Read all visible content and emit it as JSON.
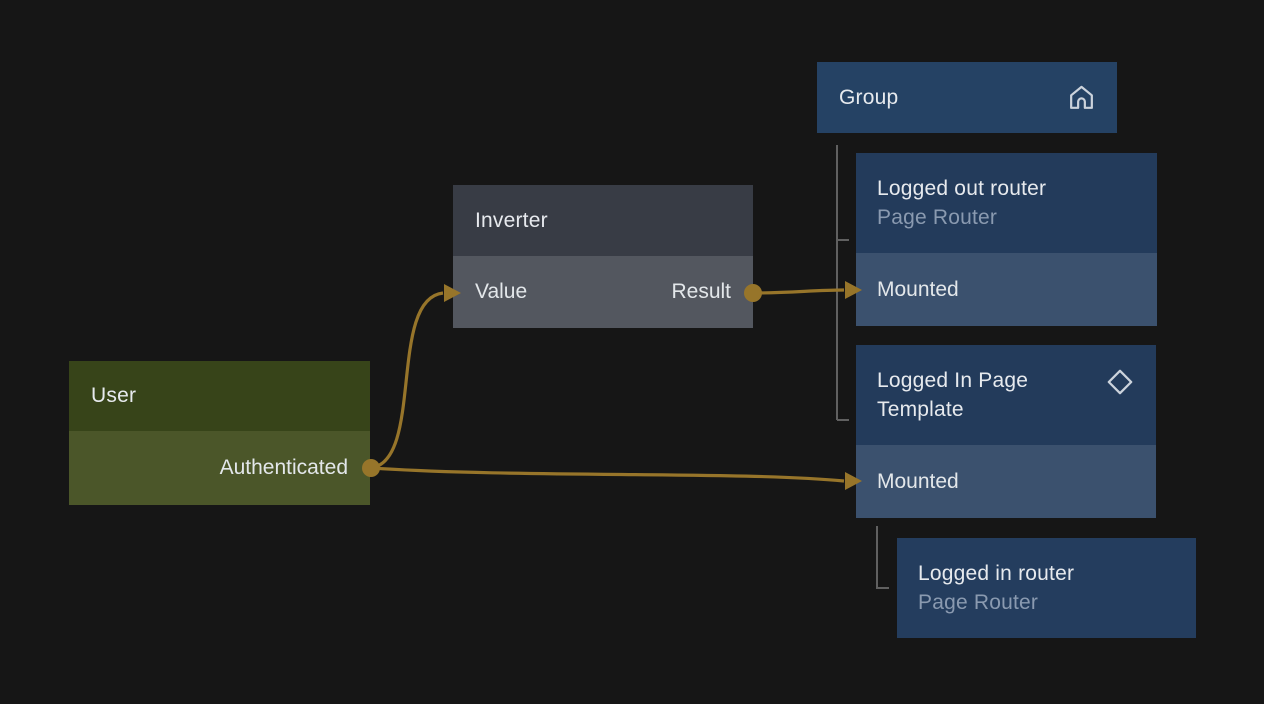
{
  "canvas": {
    "background_color": "#161616",
    "wire_color": "#97752a",
    "connector_color": "#606060"
  },
  "nodes": {
    "user": {
      "title": "User",
      "header_color": "#374419",
      "row_color": "#4b5629",
      "outputs": [
        {
          "label": "Authenticated"
        }
      ]
    },
    "inverter": {
      "title": "Inverter",
      "header_color": "#383c45",
      "row_color": "#53575f",
      "inputs": [
        {
          "label": "Value"
        }
      ],
      "outputs": [
        {
          "label": "Result"
        }
      ]
    },
    "group": {
      "title": "Group",
      "icon": "home-icon",
      "color": "#254264"
    },
    "logged_out_router": {
      "title": "Logged out router",
      "subtitle": "Page Router",
      "header_color": "#233b5b",
      "row_color": "#3b516e",
      "inputs": [
        {
          "label": "Mounted"
        }
      ]
    },
    "logged_in_page_template": {
      "title": "Logged In Page Template",
      "icon": "diamond-icon",
      "header_color": "#233b5b",
      "row_color": "#3b516e",
      "inputs": [
        {
          "label": "Mounted"
        }
      ]
    },
    "logged_in_router": {
      "title": "Logged in router",
      "subtitle": "Page Router",
      "color": "#243d5e"
    }
  }
}
